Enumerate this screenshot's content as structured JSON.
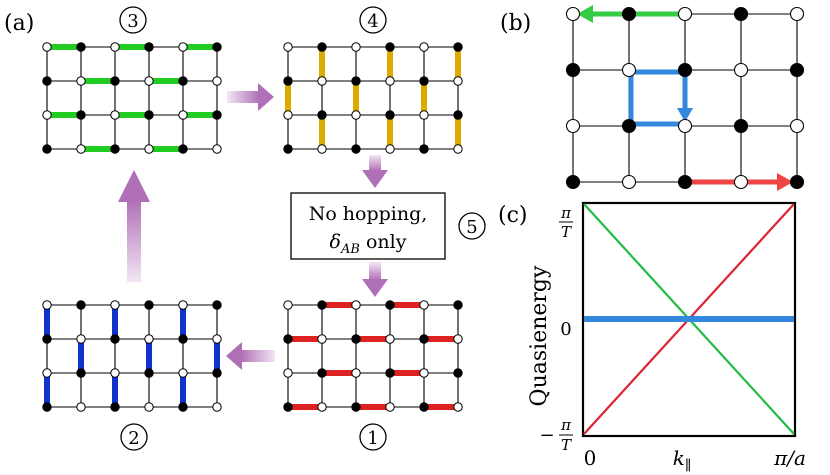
{
  "panels": {
    "a": "(a)",
    "b": "(b)",
    "c": "(c)"
  },
  "steps": {
    "s1": "1",
    "s2": "2",
    "s3": "3",
    "s4": "4",
    "s5": "5"
  },
  "box": {
    "line1": "No hopping,",
    "delta": "δ",
    "sub": "AB",
    "only": " only"
  },
  "plot": {
    "ylabel": "Quasienergy",
    "ytick_top_num": "π",
    "ytick_top_den": "T",
    "ytick_zero": "0",
    "ytick_bot_minus": "−",
    "ytick_bot_num": "π",
    "ytick_bot_den": "T",
    "xtick_left": "0",
    "xtick_mid": "k",
    "xtick_mid_sub": "∥",
    "xtick_right": "π/a"
  },
  "colors": {
    "green": "#22cc22",
    "yellow": "#ddaa00",
    "red": "#dd2222",
    "blue": "#1133cc",
    "loop": "#3388dd",
    "arrow_pink": "#cc88cc"
  },
  "chart_data": {
    "type": "line",
    "xlabel": "",
    "ylabel": "Quasienergy",
    "xlim": [
      0,
      1
    ],
    "ylim": [
      -1,
      1
    ],
    "series": [
      {
        "color": "#dd2233",
        "x": [
          0,
          1
        ],
        "y": [
          -1,
          1
        ]
      },
      {
        "color": "#22bb44",
        "x": [
          0,
          1
        ],
        "y": [
          1,
          -1
        ]
      },
      {
        "color": "#3388dd",
        "x": [
          0,
          1
        ],
        "y": [
          0,
          0
        ]
      }
    ]
  }
}
